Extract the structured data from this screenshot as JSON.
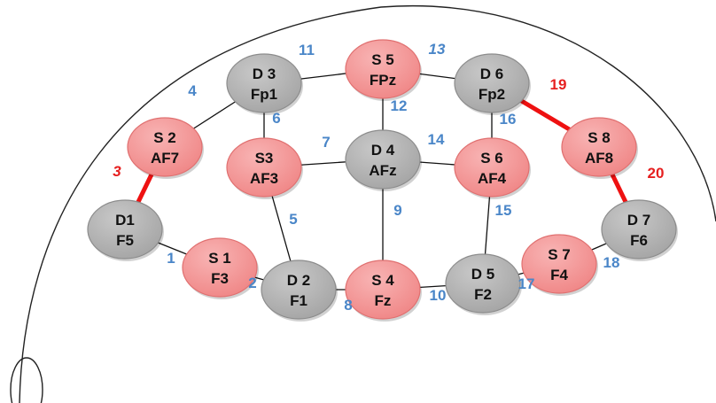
{
  "colors": {
    "source_fill": "#f08888",
    "source_fill_light": "#f8b4b4",
    "source_stroke": "#e07070",
    "detector_fill": "#a6a6a6",
    "detector_fill_light": "#c8c8c8",
    "detector_stroke": "#8c8c8c",
    "normal_edge": "#111111",
    "highlight_edge": "#ee1111",
    "blue_label": "#4a86c8",
    "red_label": "#e62020",
    "head_outline": "#222222"
  },
  "nodes": [
    {
      "id": "D3",
      "kind": "detector",
      "line1": "D 3",
      "line2": "Fp1"
    },
    {
      "id": "S5",
      "kind": "source",
      "line1": "S 5",
      "line2": "FPz"
    },
    {
      "id": "D6",
      "kind": "detector",
      "line1": "D 6",
      "line2": "Fp2"
    },
    {
      "id": "S2",
      "kind": "source",
      "line1": "S 2",
      "line2": "AF7"
    },
    {
      "id": "S3",
      "kind": "source",
      "line1": "S3",
      "line2": "AF3"
    },
    {
      "id": "D4",
      "kind": "detector",
      "line1": "D 4",
      "line2": "AFz"
    },
    {
      "id": "S6",
      "kind": "source",
      "line1": "S 6",
      "line2": "AF4"
    },
    {
      "id": "S8",
      "kind": "source",
      "line1": "S 8",
      "line2": "AF8"
    },
    {
      "id": "D1",
      "kind": "detector",
      "line1": "D1",
      "line2": "F5"
    },
    {
      "id": "D7",
      "kind": "detector",
      "line1": "D 7",
      "line2": "F6"
    },
    {
      "id": "S1",
      "kind": "source",
      "line1": "S 1",
      "line2": "F3"
    },
    {
      "id": "D2",
      "kind": "detector",
      "line1": "D 2",
      "line2": "F1"
    },
    {
      "id": "S4",
      "kind": "source",
      "line1": "S 4",
      "line2": "Fz"
    },
    {
      "id": "D5",
      "kind": "detector",
      "line1": "D 5",
      "line2": "F2"
    },
    {
      "id": "S7",
      "kind": "source",
      "line1": "S 7",
      "line2": "F4"
    }
  ],
  "channels": [
    {
      "label": "1",
      "from": "S1",
      "to": "D1",
      "highlight": false
    },
    {
      "label": "2",
      "from": "S1",
      "to": "D2",
      "highlight": false
    },
    {
      "label": "3",
      "from": "S2",
      "to": "D1",
      "highlight": true
    },
    {
      "label": "4",
      "from": "S2",
      "to": "D3",
      "highlight": false
    },
    {
      "label": "5",
      "from": "S3",
      "to": "D2",
      "highlight": false
    },
    {
      "label": "6",
      "from": "S3",
      "to": "D3",
      "highlight": false
    },
    {
      "label": "7",
      "from": "S3",
      "to": "D4",
      "highlight": false
    },
    {
      "label": "8",
      "from": "S4",
      "to": "D2",
      "highlight": false
    },
    {
      "label": "9",
      "from": "S4",
      "to": "D4",
      "highlight": false
    },
    {
      "label": "10",
      "from": "S4",
      "to": "D5",
      "highlight": false
    },
    {
      "label": "11",
      "from": "S5",
      "to": "D3",
      "highlight": false
    },
    {
      "label": "12",
      "from": "S5",
      "to": "D4",
      "highlight": false
    },
    {
      "label": "13",
      "from": "S5",
      "to": "D6",
      "highlight": false
    },
    {
      "label": "14",
      "from": "S6",
      "to": "D4",
      "highlight": false
    },
    {
      "label": "15",
      "from": "S6",
      "to": "D5",
      "highlight": false
    },
    {
      "label": "16",
      "from": "S6",
      "to": "D6",
      "highlight": false
    },
    {
      "label": "17",
      "from": "S7",
      "to": "D5",
      "highlight": false
    },
    {
      "label": "18",
      "from": "S7",
      "to": "D7",
      "highlight": false
    },
    {
      "label": "19",
      "from": "S8",
      "to": "D6",
      "highlight": true
    },
    {
      "label": "20",
      "from": "S8",
      "to": "D7",
      "highlight": true
    }
  ]
}
